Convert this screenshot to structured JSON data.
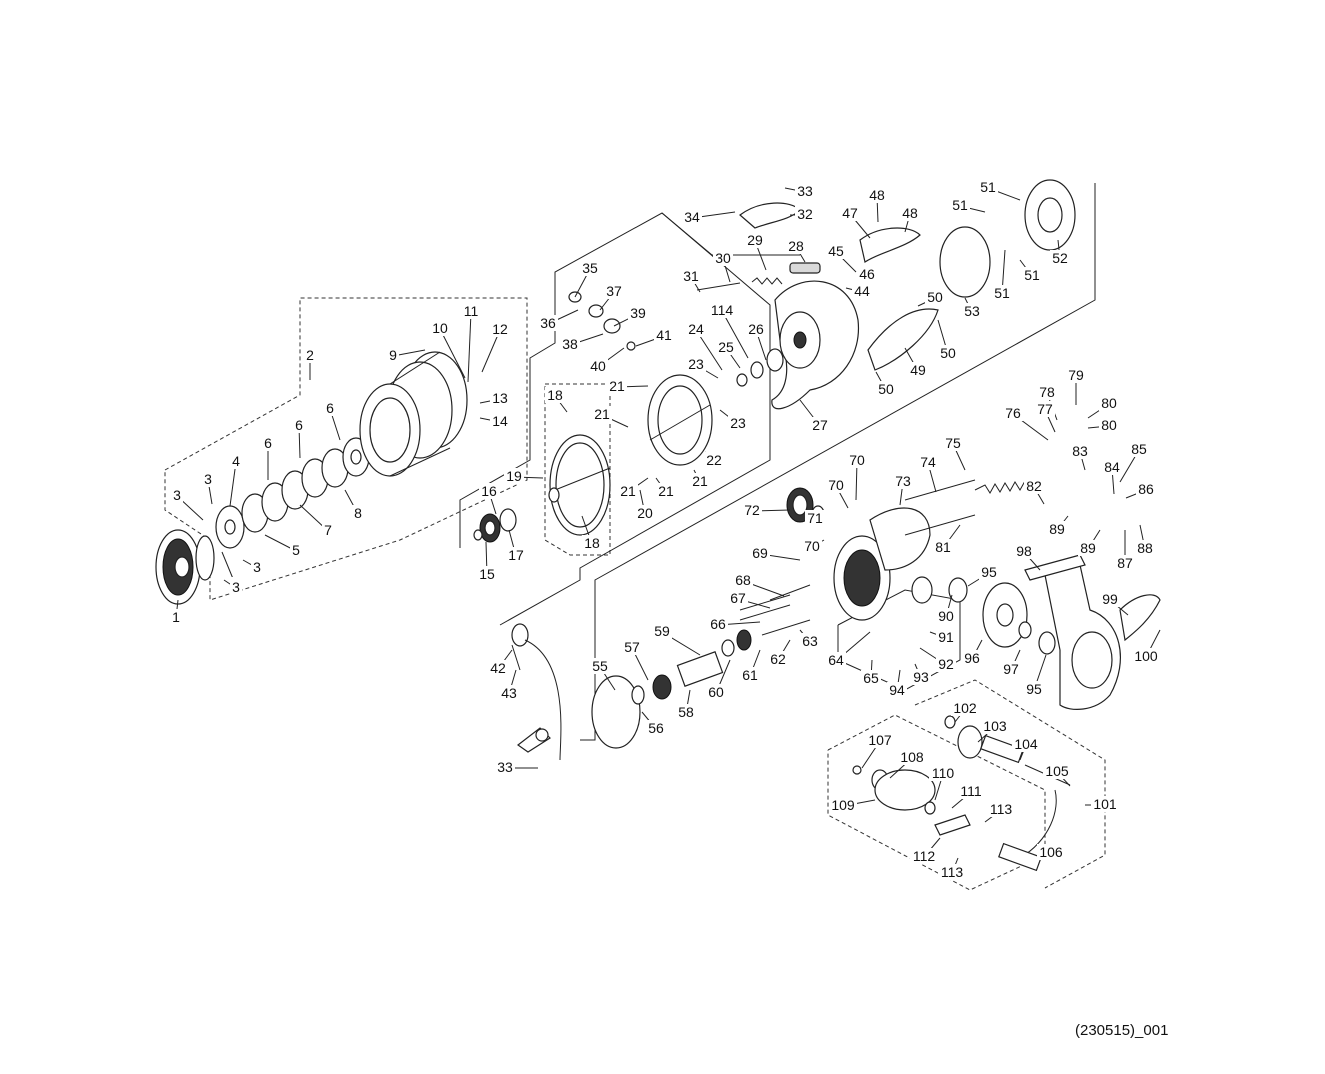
{
  "diagram": {
    "code_label": "(230515)_001",
    "part_labels": [
      "1",
      "2",
      "3",
      "3",
      "3",
      "3",
      "3",
      "4",
      "5",
      "6",
      "6",
      "6",
      "7",
      "8",
      "9",
      "10",
      "11",
      "12",
      "13",
      "14",
      "15",
      "16",
      "17",
      "18",
      "18",
      "19",
      "20",
      "21",
      "21",
      "21",
      "21",
      "21",
      "22",
      "23",
      "23",
      "24",
      "25",
      "26",
      "27",
      "28",
      "29",
      "30",
      "31",
      "32",
      "33",
      "33",
      "34",
      "35",
      "36",
      "37",
      "38",
      "39",
      "40",
      "41",
      "42",
      "43",
      "44",
      "45",
      "46",
      "47",
      "48",
      "48",
      "49",
      "50",
      "50",
      "50",
      "51",
      "51",
      "51",
      "51",
      "52",
      "53",
      "55",
      "56",
      "57",
      "58",
      "59",
      "60",
      "61",
      "62",
      "63",
      "64",
      "65",
      "66",
      "67",
      "68",
      "69",
      "70",
      "70",
      "70",
      "71",
      "72",
      "73",
      "74",
      "75",
      "76",
      "77",
      "78",
      "79",
      "80",
      "80",
      "81",
      "82",
      "83",
      "84",
      "85",
      "86",
      "87",
      "88",
      "89",
      "89",
      "90",
      "91",
      "92",
      "93",
      "94",
      "95",
      "95",
      "96",
      "97",
      "98",
      "99",
      "100",
      "101",
      "102",
      "103",
      "104",
      "105",
      "106",
      "107",
      "108",
      "109",
      "110",
      "111",
      "112",
      "113",
      "113",
      "114"
    ]
  }
}
